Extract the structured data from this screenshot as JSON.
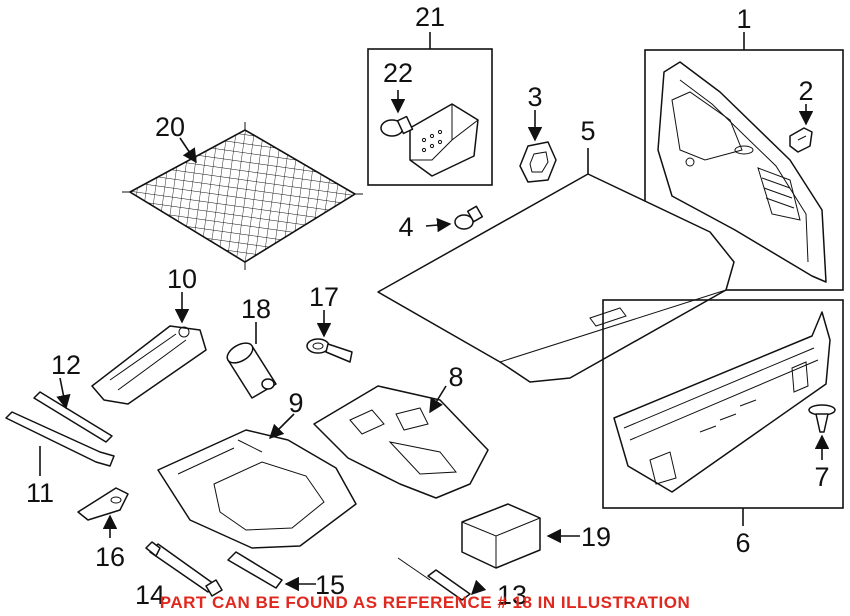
{
  "labels": {
    "l1": "1",
    "l2": "2",
    "l3": "3",
    "l4": "4",
    "l5": "5",
    "l6": "6",
    "l7": "7",
    "l8": "8",
    "l9": "9",
    "l10": "10",
    "l11": "11",
    "l12": "12",
    "l13": "13",
    "l14": "14",
    "l15": "15",
    "l16": "16",
    "l17": "17",
    "l18": "18",
    "l19": "19",
    "l20": "20",
    "l21": "21",
    "l22": "22"
  },
  "footer_note": "PART CAN BE FOUND AS REFERENCE # 18 IN ILLUSTRATION",
  "colors": {
    "line": "#111111",
    "footer": "#e0281e",
    "background": "#ffffff"
  }
}
